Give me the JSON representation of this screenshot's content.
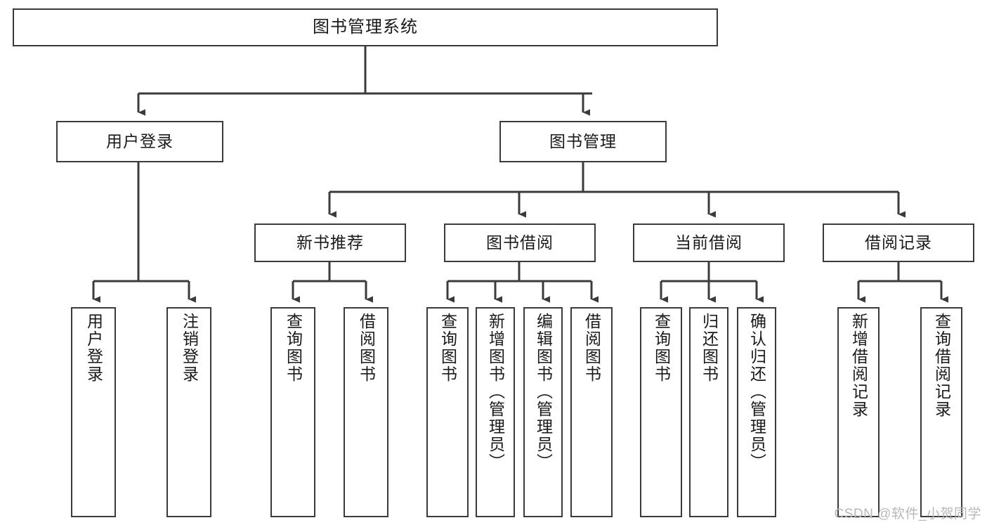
{
  "diagram": {
    "title": "图书管理系统",
    "type": "hierarchy-tree",
    "watermark": "CSDN @软件_小贺同学",
    "colors": {
      "box_stroke": "#3b3b3b",
      "box_fill": "#ffffff",
      "connector": "#3b3b3b",
      "text": "#1a1a1a",
      "watermark": "#b8b8b8"
    },
    "root": {
      "id": "root",
      "label": "图书管理系统"
    },
    "level2": [
      {
        "id": "user-login",
        "label": "用户登录"
      },
      {
        "id": "book-management",
        "label": "图书管理"
      }
    ],
    "level3": [
      {
        "id": "new-book-recommend",
        "label": "新书推荐",
        "parent": "book-management"
      },
      {
        "id": "book-borrow",
        "label": "图书借阅",
        "parent": "book-management"
      },
      {
        "id": "current-borrow",
        "label": "当前借阅",
        "parent": "book-management"
      },
      {
        "id": "borrow-record",
        "label": "借阅记录",
        "parent": "book-management"
      }
    ],
    "leaves": {
      "user_login": [
        {
          "id": "leaf-user-login",
          "label": "用户登录"
        },
        {
          "id": "leaf-logout",
          "label": "注销登录"
        }
      ],
      "new_book_recommend": [
        {
          "id": "leaf-query-book-1",
          "label": "查询图书"
        },
        {
          "id": "leaf-borrow-book-1",
          "label": "借阅图书"
        }
      ],
      "book_borrow": [
        {
          "id": "leaf-query-book-2",
          "label": "查询图书"
        },
        {
          "id": "leaf-add-book",
          "label": "新增图书（管理员）"
        },
        {
          "id": "leaf-edit-book",
          "label": "编辑图书（管理员）"
        },
        {
          "id": "leaf-borrow-book-2",
          "label": "借阅图书"
        }
      ],
      "current_borrow": [
        {
          "id": "leaf-query-book-3",
          "label": "查询图书"
        },
        {
          "id": "leaf-return-book",
          "label": "归还图书"
        },
        {
          "id": "leaf-confirm-return",
          "label": "确认归还（管理员）"
        }
      ],
      "borrow_record": [
        {
          "id": "leaf-add-record",
          "label": "新增借阅记录"
        },
        {
          "id": "leaf-query-record",
          "label": "查询借阅记录"
        }
      ]
    }
  }
}
